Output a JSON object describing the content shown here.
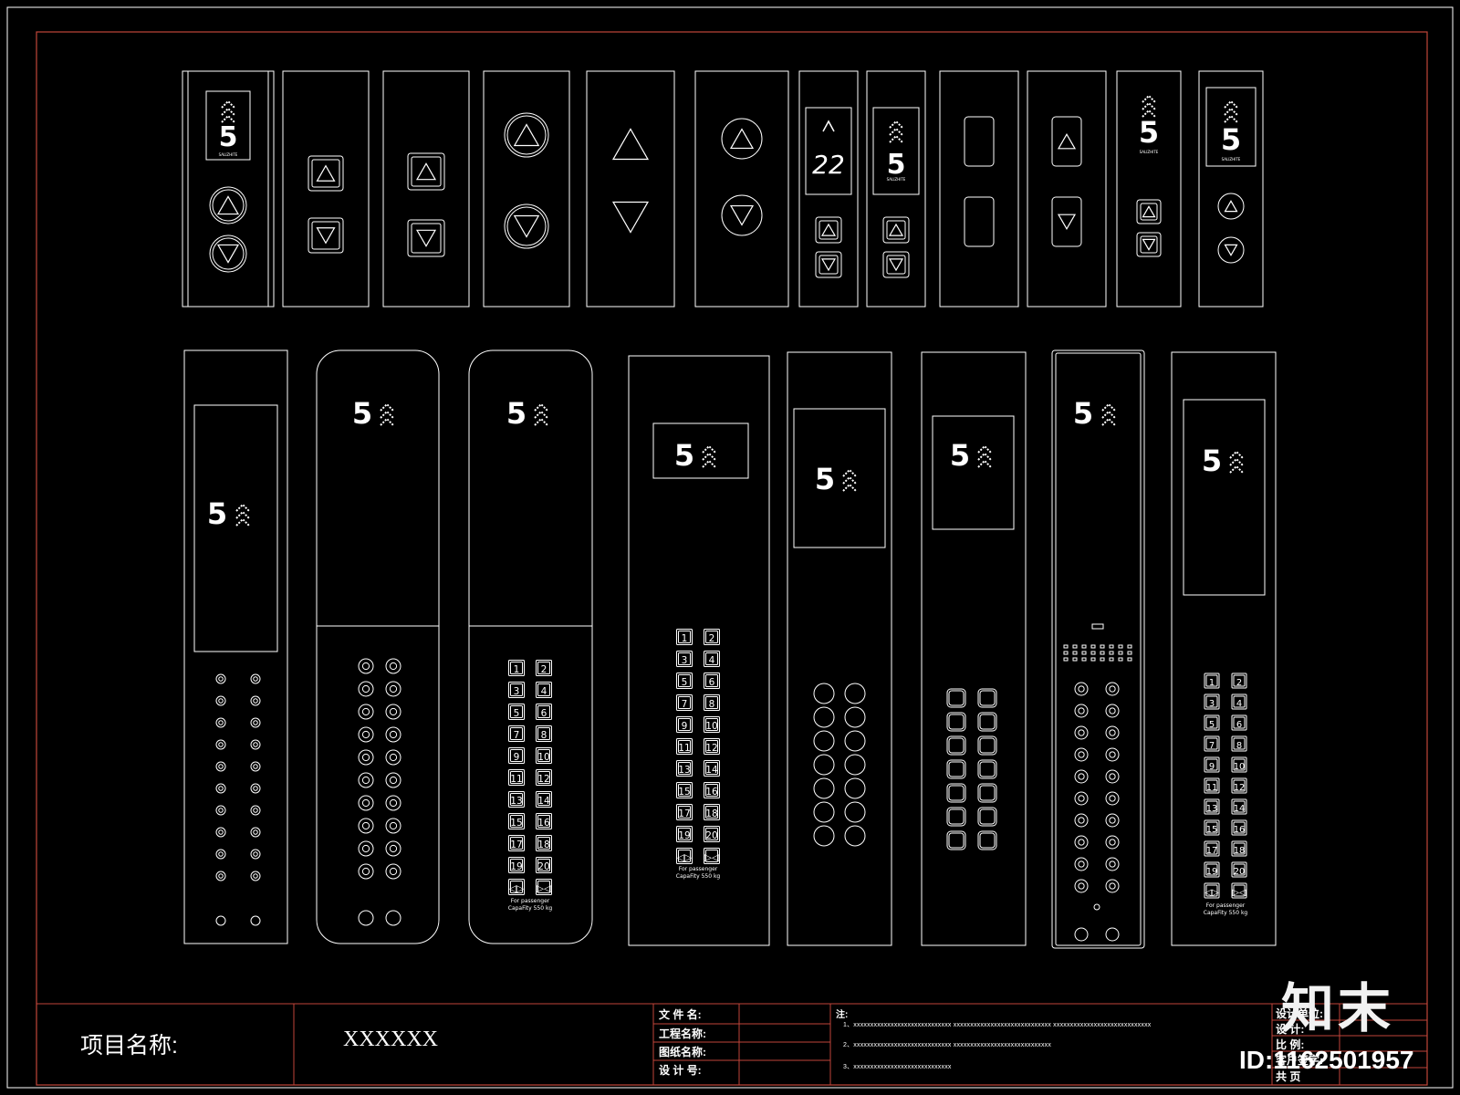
{
  "drawing": {
    "project_label": "项目名称:",
    "project_value": "XXXXXX"
  },
  "titleblock": {
    "fields": [
      "文 件 名:",
      "工程名称:",
      "图纸名称:",
      "设 计 号:"
    ],
    "notes_label": "注:",
    "notes": [
      "1、xxxxxxxxxxxxxxxxxxxxxxxxxxxxx    xxxxxxxxxxxxxxxxxxxxxxxxxxxxx    xxxxxxxxxxxxxxxxxxxxxxxxxxxxx",
      "2、xxxxxxxxxxxxxxxxxxxxxxxxxxxxx    xxxxxxxxxxxxxxxxxxxxxxxxxxxxx",
      "3、xxxxxxxxxxxxxxxxxxxxxxxxxxxxx"
    ],
    "right_fields": [
      "设计单位:",
      "设   计:",
      "比   例:",
      "客户签字:",
      "共   页"
    ]
  },
  "panels": {
    "floor_display": "5",
    "floor_display_alt": "22",
    "brand": "SALIZHITE",
    "capacity_line1": "For passenger",
    "capacity_line2": "CapaFity 550 kg",
    "keypad": [
      "1",
      "2",
      "3",
      "4",
      "5",
      "6",
      "7",
      "8",
      "9",
      "10",
      "11",
      "12",
      "13",
      "14",
      "15",
      "16",
      "17",
      "18",
      "19",
      "20",
      "◁▷",
      "▷◁"
    ]
  },
  "watermark": {
    "logo": "知末",
    "id": "ID:1162501957"
  },
  "colors": {
    "line": "#ffffff",
    "frame": "#c0453a",
    "background": "#000000"
  }
}
